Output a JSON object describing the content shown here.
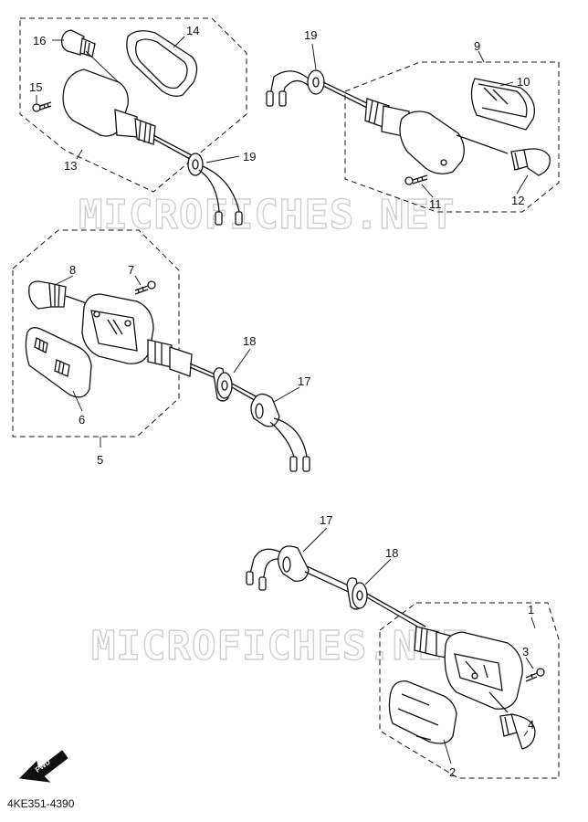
{
  "watermark": "MICROFICHES.NET",
  "diagram_code": "4KE351-4390",
  "forward_label": "FWD",
  "callouts": {
    "p1": "1",
    "p2": "2",
    "p3": "3",
    "p4": "4",
    "p5": "5",
    "p6": "6",
    "p7": "7",
    "p8": "8",
    "p9": "9",
    "p10": "10",
    "p11": "11",
    "p12": "12",
    "p13": "13",
    "p14": "14",
    "p15": "15",
    "p16": "16",
    "p17a": "17",
    "p17b": "17",
    "p18a": "18",
    "p18b": "18",
    "p19a": "19",
    "p19b": "19"
  }
}
